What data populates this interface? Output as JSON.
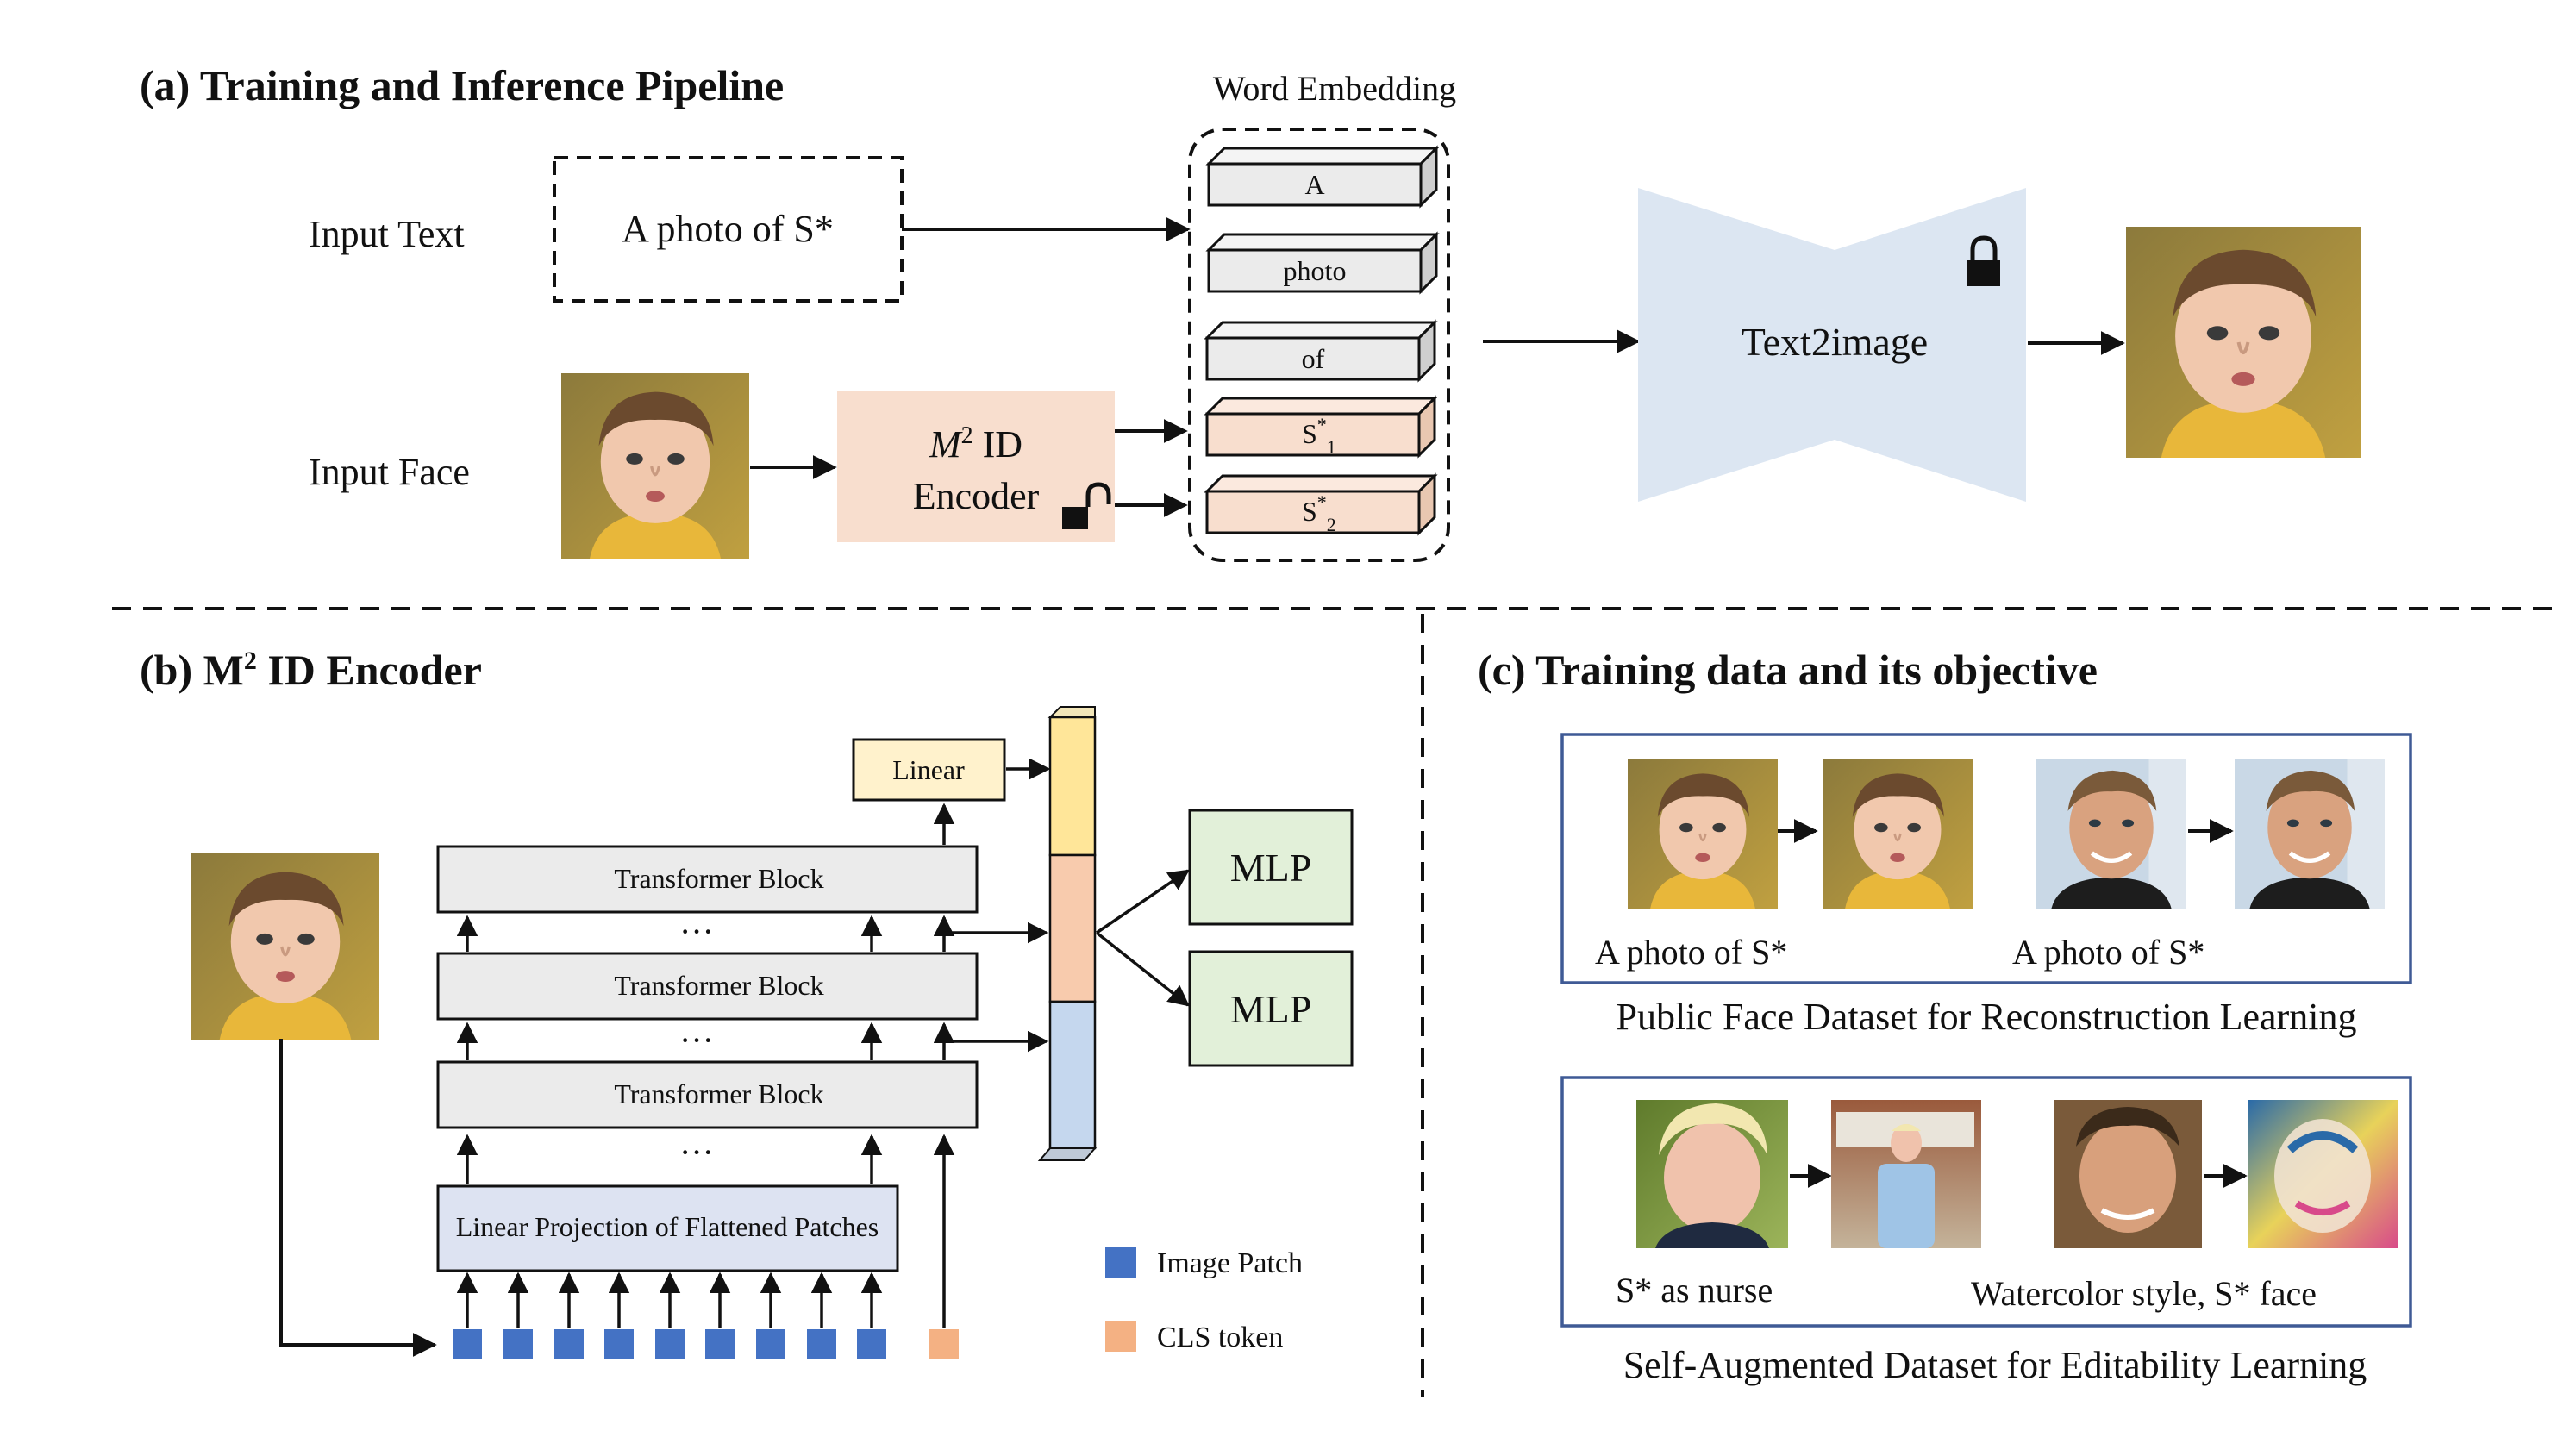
{
  "panel_a": {
    "title": "(a) Training and Inference Pipeline",
    "input_text_label": "Input Text",
    "input_text_value": "A  photo of S*",
    "input_face_label": "Input Face",
    "encoder_line1_a": "M",
    "encoder_line1_sup": "2",
    "encoder_line1_b": " ID",
    "encoder_line2": "Encoder",
    "word_embedding_label": "Word Embedding",
    "tokens": [
      "A",
      "photo",
      "of"
    ],
    "token_s1_main": "S",
    "token_s1_sup": "*",
    "token_s1_sub": "1",
    "token_s2_main": "S",
    "token_s2_sup": "*",
    "token_s2_sub": "2",
    "generator_label": "Text2image",
    "icons": {
      "frozen": "lock-closed-icon",
      "trainable": "lock-open-icon"
    }
  },
  "panel_b": {
    "title_a": "(b) M",
    "title_sup": "2",
    "title_b": " ID Encoder",
    "linear_label": "Linear",
    "transformer_blocks": [
      "Transformer Block",
      "Transformer Block",
      "Transformer Block"
    ],
    "ellipsis": "···",
    "projection_label": "Linear Projection of Flattened Patches",
    "mlp_labels": [
      "MLP",
      "MLP"
    ],
    "legend": [
      {
        "label": "Image Patch",
        "color": "#4472C4"
      },
      {
        "label": "CLS token",
        "color": "#F4B183"
      }
    ]
  },
  "panel_c": {
    "title": "(c) Training data and its objective",
    "reconstruction": {
      "captions": [
        "A photo of S*",
        "A photo of S*"
      ],
      "dataset_label": "Public Face Dataset for Reconstruction Learning"
    },
    "editability": {
      "captions": [
        "S*  as nurse",
        "Watercolor style,  S* face"
      ],
      "dataset_label": "Self-Augmented Dataset for Editability Learning"
    }
  },
  "colors": {
    "encoder_fill": "#F8DECE",
    "s_token_fill": "#F8DECE",
    "gray_token_fill": "#EBEBEB",
    "generator_fill": "#DCE6F2",
    "linear_fill": "#FFF2CC",
    "mlp_fill": "#E2F0D9",
    "projection_fill": "#DDE3F2",
    "bar_top": "#FFE699",
    "bar_mid": "#F8CBAD",
    "bar_bottom": "#C5D7EE",
    "panel_c_border": "#3F5A95"
  }
}
